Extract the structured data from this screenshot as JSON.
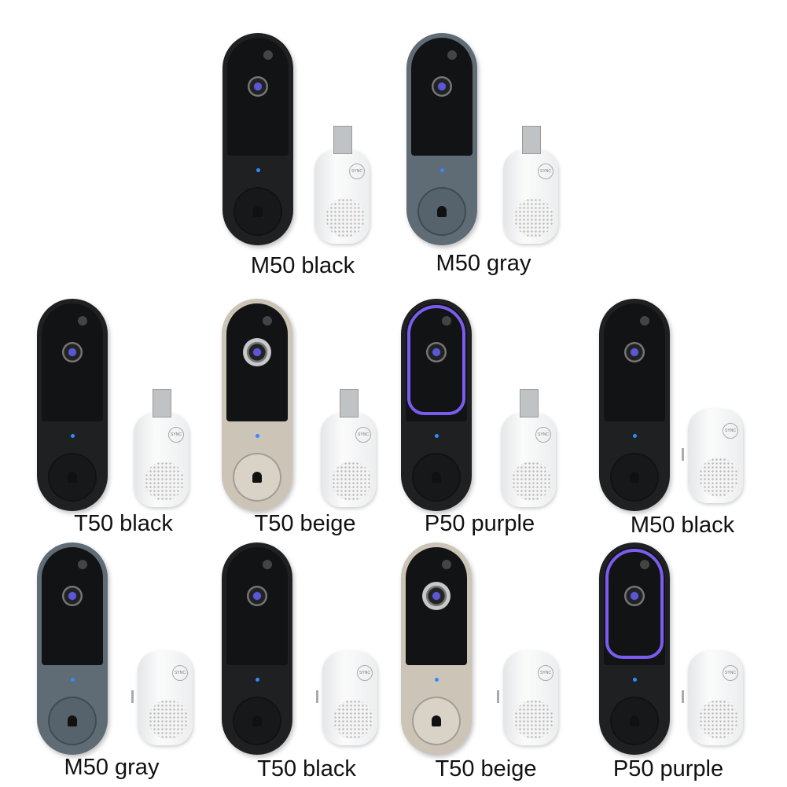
{
  "colors": {
    "black": "#1f2022",
    "gray": "#5f6c75",
    "beige": "#cbc4b7",
    "purple_ring": "#7b5cf0",
    "led": "#2d8cff"
  },
  "products": [
    {
      "label": "M50 black",
      "body": "black",
      "ring": false,
      "chime": "usb"
    },
    {
      "label": "M50 gray",
      "body": "gray",
      "ring": false,
      "chime": "usb"
    },
    {
      "label": "T50 black",
      "body": "black",
      "ring": false,
      "chime": "usb"
    },
    {
      "label": "T50 beige",
      "body": "beige",
      "ring": false,
      "chime": "usb"
    },
    {
      "label": "P50 purple",
      "body": "black",
      "ring": true,
      "chime": "usb"
    },
    {
      "label": "M50 black",
      "body": "black",
      "ring": false,
      "chime": "plug"
    },
    {
      "label": "M50 gray",
      "body": "gray",
      "ring": false,
      "chime": "plug"
    },
    {
      "label": "T50 black",
      "body": "black",
      "ring": false,
      "chime": "plug"
    },
    {
      "label": "T50 beige",
      "body": "beige",
      "ring": false,
      "chime": "plug"
    },
    {
      "label": "P50 purple",
      "body": "black",
      "ring": true,
      "chime": "plug"
    }
  ],
  "products_first_row_note": "",
  "chime_button_text": "SYNC"
}
